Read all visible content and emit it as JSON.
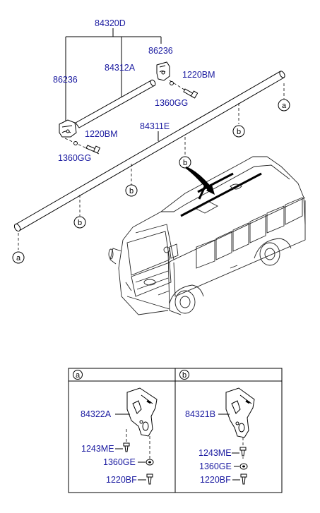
{
  "upper_labels": {
    "assembly": "84320D",
    "bracket_right": "86236",
    "bracket_left": "86236",
    "rail_short": "84312A",
    "rail_long": "84311E",
    "bolt_right": "1220BM",
    "washer_right": "1360GG",
    "bolt_left": "1220BM",
    "washer_left": "1360GG"
  },
  "markers": {
    "a": "a",
    "b": "b"
  },
  "detail_a": {
    "header": "a",
    "bracket": "84322A",
    "screw": "1243ME",
    "nut": "1360GE",
    "bolt": "1220BF"
  },
  "detail_b": {
    "header": "b",
    "bracket": "84321B",
    "screw": "1243ME",
    "nut": "1360GE",
    "bolt": "1220BF"
  }
}
